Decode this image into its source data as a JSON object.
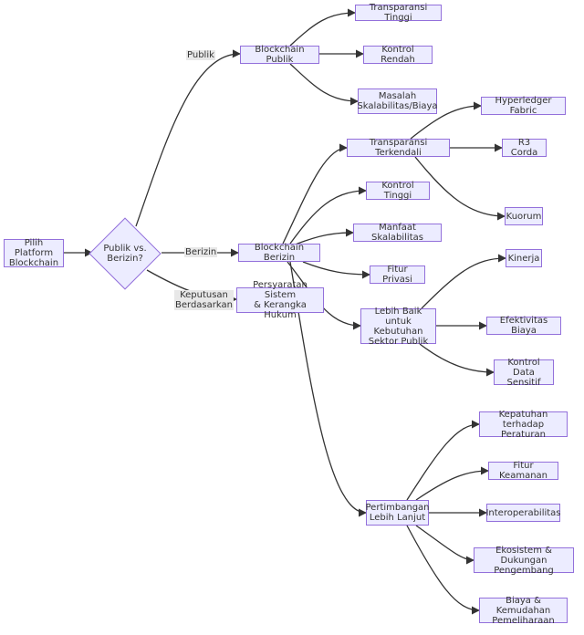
{
  "nodes": {
    "start": "Pilih Platform\nBlockchain",
    "decision": "Publik vs.\nBerizin?",
    "public": "Blockchain Publik",
    "permissioned": "Blockchain Berizin",
    "requirements": "Persyaratan Sistem\n& Kerangka Hukum",
    "pub_transparency": "Transparansi Tinggi",
    "pub_control": "Kontrol Rendah",
    "pub_scalability": "Masalah\nSkalabilitas/Biaya",
    "controlled_transparency": "Transparansi Terkendali",
    "high_control": "Kontrol Tinggi",
    "scalability_benefit": "Manfaat Skalabilitas",
    "privacy": "Fitur Privasi",
    "public_sector": "Lebih Baik\nuntuk Kebutuhan\nSektor Publik",
    "further": "Pertimbangan\nLebih Lanjut",
    "hyperledger": "Hyperledger Fabric",
    "r3corda": "R3 Corda",
    "quorum": "Kuorum",
    "performance": "Kinerja",
    "cost_effectiveness": "Efektivitas Biaya",
    "sensitive_data": "Kontrol Data\nSensitif",
    "compliance": "Kepatuhan terhadap\nPeraturan",
    "security": "Fitur Keamanan",
    "interoperability": "Interoperabilitas",
    "ecosystem": "Ekosistem & Dukungan\nPengembang",
    "cost_maintenance": "Biaya & Kemudahan\nPemeliharaan"
  },
  "edge_labels": {
    "public": "Publik",
    "permissioned": "Berizin",
    "requirements": "Keputusan\nBerdasarkan"
  },
  "colors": {
    "node_fill": "#ececff",
    "node_border": "#9370db",
    "edge": "#333333",
    "label_bg": "#e8e8e8",
    "text": "#333333"
  }
}
